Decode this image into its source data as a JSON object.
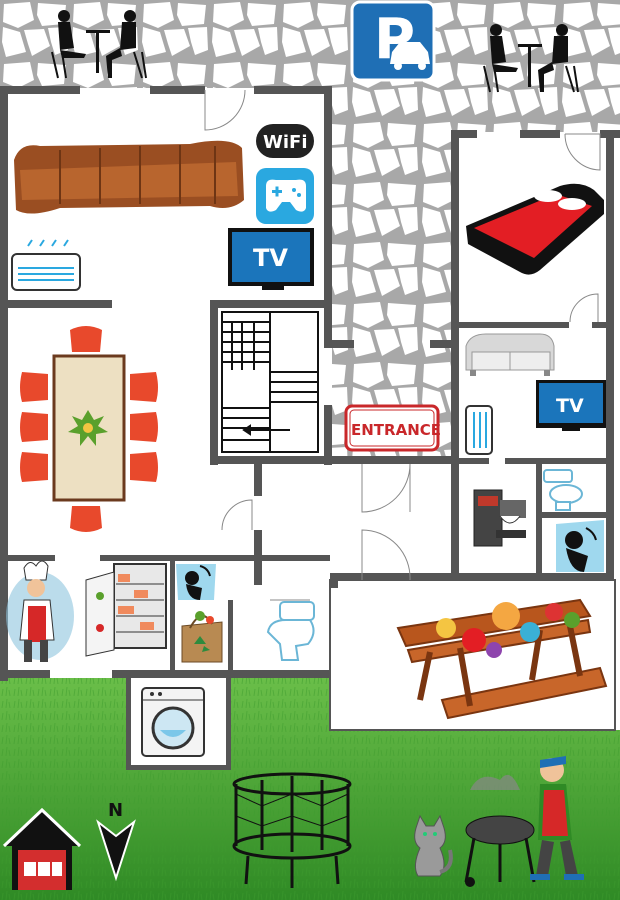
{
  "signs": {
    "parking": "P",
    "entrance": "ENTRANCE",
    "wifi": "WiFi",
    "tv_living": "TV",
    "tv_bedroom": "TV",
    "compass": "N"
  },
  "colors": {
    "wall": "#555555",
    "lawn": "#4aa43a",
    "lawn_dark": "#2f7d26",
    "stone_fill": "#ffffff",
    "stone_grout": "#a8a8a8",
    "sofa": "#9a4e22",
    "bed_blanket": "#e31e24",
    "chair": "#e8492c",
    "table_top": "#ede0c2",
    "parking_blue": "#1f6fb5",
    "entrance_red": "#c9272a",
    "tv_blue": "#1b75bb",
    "picnic_wood": "#b8561d",
    "house_red": "#d32e2e"
  },
  "icons": [
    "cafe-couple-icon",
    "parking-icon",
    "wifi-icon",
    "gamepad-icon",
    "tv-icon",
    "sofa-icon",
    "air-conditioner-icon",
    "bed-icon",
    "couch-icon",
    "staircase-icon",
    "dining-table-icon",
    "chef-icon",
    "fridge-icon",
    "shower-icon",
    "recycle-bag-icon",
    "toilet-icon",
    "coffee-machine-icon",
    "picnic-table-icon",
    "washing-machine-icon",
    "house-icon",
    "compass-icon",
    "trampoline-icon",
    "cat-icon",
    "barbecue-man-icon"
  ]
}
